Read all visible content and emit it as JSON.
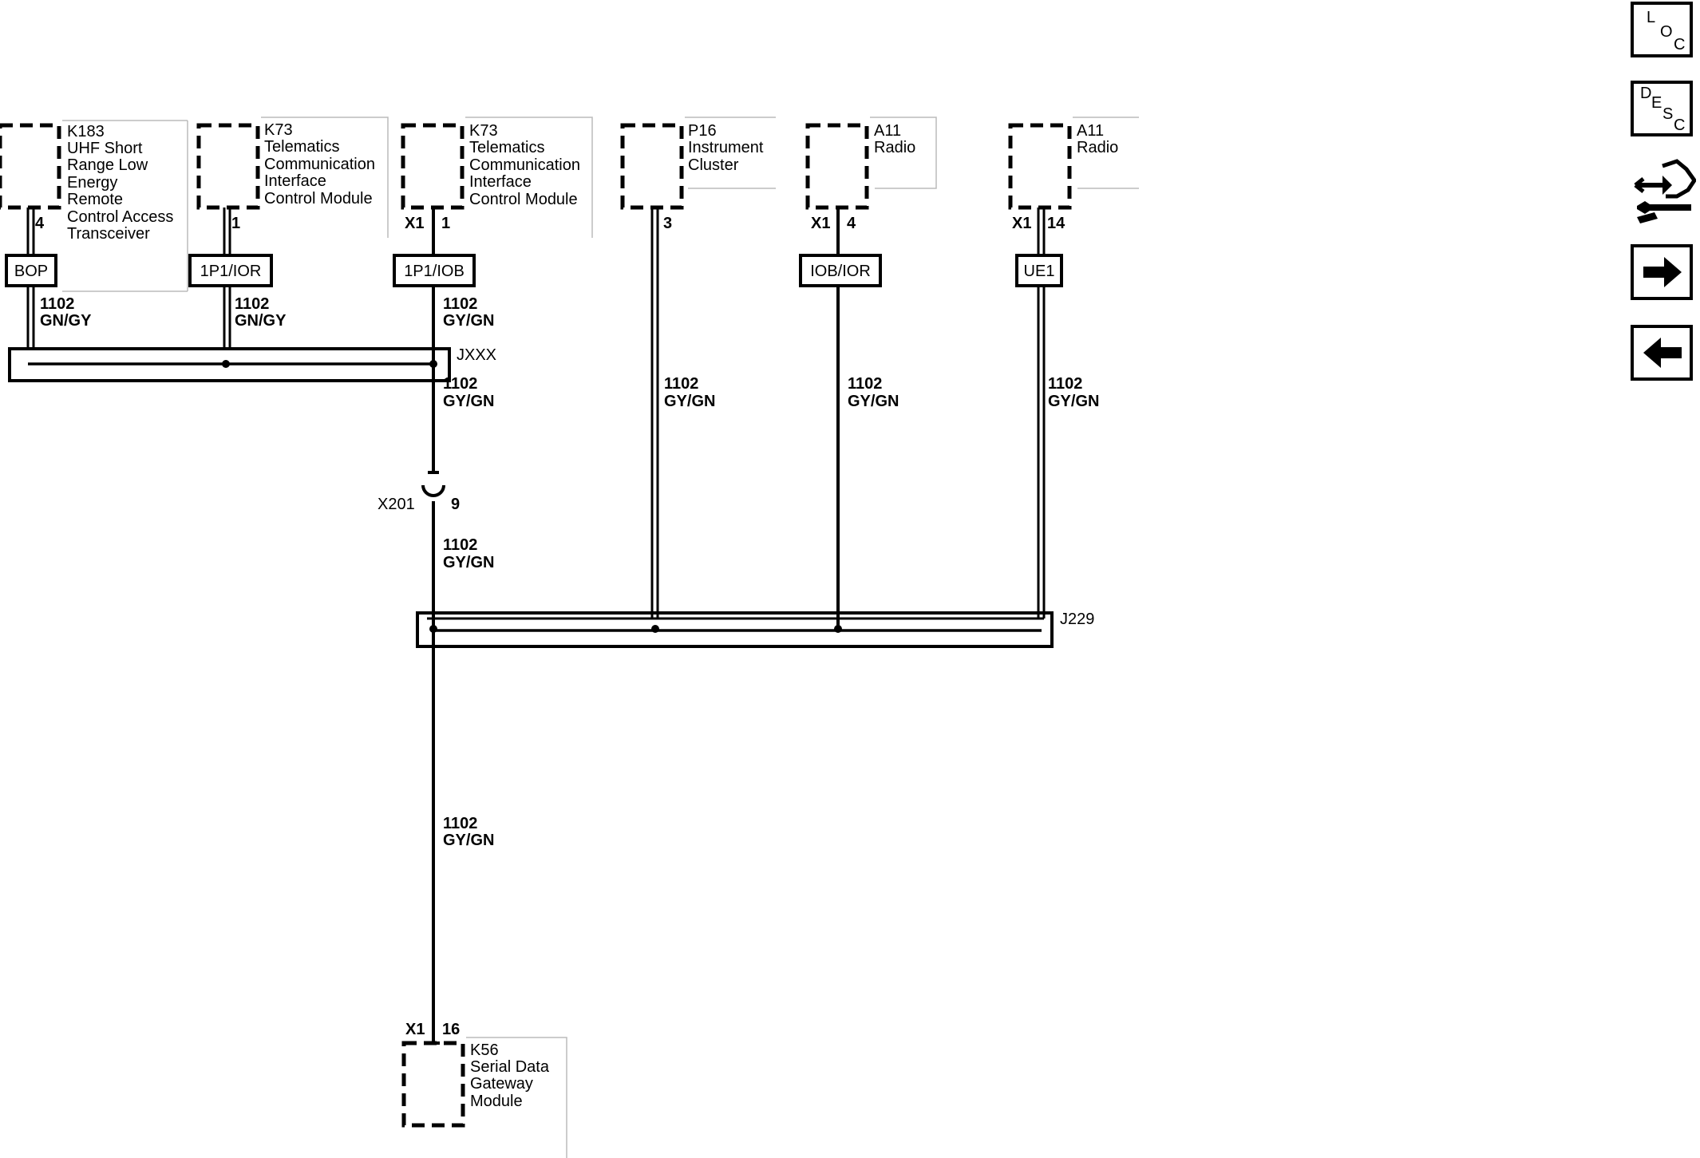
{
  "modules": {
    "k183": {
      "lines": [
        "K183",
        "UHF Short",
        "Range Low",
        "Energy",
        "Remote",
        "Control Access",
        "Transceiver"
      ],
      "pin": "4",
      "harness": "BOP",
      "circuit": "1102",
      "color": "GN/GY"
    },
    "k73a": {
      "lines": [
        "K73",
        "Telematics",
        "Communication",
        "Interface",
        "Control Module"
      ],
      "pin": "1",
      "harness": "1P1/IOR",
      "circuit": "1102",
      "color": "GN/GY"
    },
    "k73b": {
      "lines": [
        "K73",
        "Telematics",
        "Communication",
        "Interface",
        "Control Module"
      ],
      "connector": "X1",
      "pin": "1",
      "harness": "1P1/IOB",
      "circuit": "1102",
      "color": "GY/GN"
    },
    "p16": {
      "lines": [
        "P16",
        "Instrument",
        "Cluster"
      ],
      "pin": "3",
      "circuit": "1102",
      "color": "GY/GN"
    },
    "a11a": {
      "lines": [
        "A11",
        "Radio"
      ],
      "connector": "X1",
      "pin": "4",
      "harness": "IOB/IOR",
      "circuit": "1102",
      "color": "GY/GN"
    },
    "a11b": {
      "lines": [
        "A11",
        "Radio"
      ],
      "connector": "X1",
      "pin": "14",
      "harness": "UE1",
      "circuit": "1102",
      "color": "GY/GN"
    },
    "k56": {
      "lines": [
        "K56",
        "Serial Data",
        "Gateway",
        "Module"
      ],
      "connector": "X1",
      "pin": "16"
    }
  },
  "splices": {
    "upper": "JXXX",
    "lower": "J229"
  },
  "inline": {
    "name": "X201",
    "pin": "9"
  },
  "trunk": {
    "seg1": {
      "circuit": "1102",
      "color": "GY/GN"
    },
    "seg2": {
      "circuit": "1102",
      "color": "GY/GN"
    },
    "seg3": {
      "circuit": "1102",
      "color": "GY/GN"
    }
  },
  "nav": {
    "loc": {
      "l1": "L",
      "l2": "O",
      "l3": "C"
    },
    "desc": {
      "l1": "D",
      "l2": "E",
      "l3": "S",
      "l4": "C"
    },
    "icons": [
      "loc-icon",
      "desc-icon",
      "connector-tools-icon",
      "next-arrow-icon",
      "back-arrow-icon"
    ]
  },
  "colors": {
    "ink": "#000000",
    "label_border": "#bbbbbb"
  }
}
